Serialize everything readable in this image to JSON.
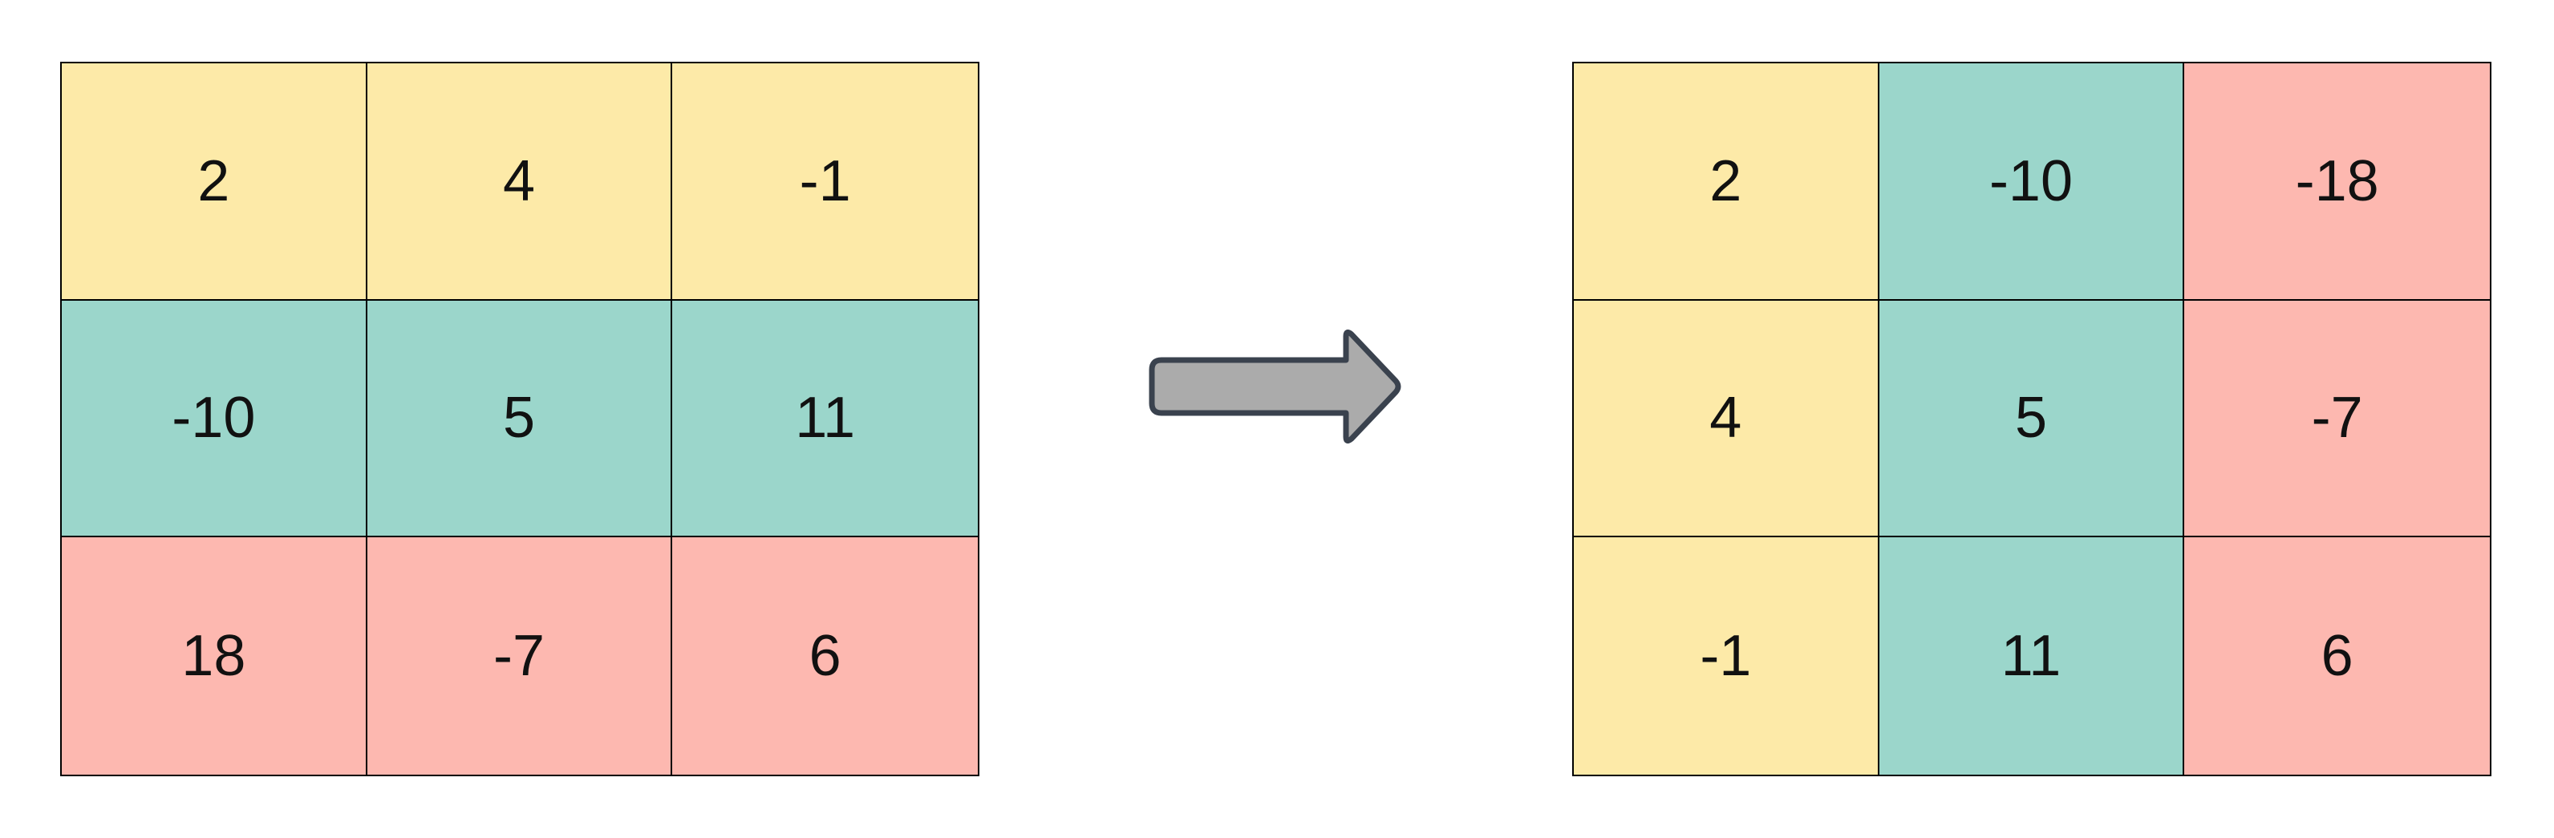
{
  "colors": {
    "yellow": "#FDEAA8",
    "teal": "#9BD6CB",
    "red": "#FDB8B0",
    "arrow_fill": "#ABABAB",
    "arrow_stroke": "#3A424E"
  },
  "left_matrix": {
    "rows": [
      {
        "color": "yellow",
        "values": [
          "2",
          "4",
          "-1"
        ]
      },
      {
        "color": "teal",
        "values": [
          "-10",
          "5",
          "11"
        ]
      },
      {
        "color": "red",
        "values": [
          "18",
          "-7",
          "6"
        ]
      }
    ]
  },
  "arrow": {
    "icon": "right-arrow-icon",
    "direction": "right"
  },
  "right_matrix": {
    "column_colors": [
      "yellow",
      "teal",
      "red"
    ],
    "rows": [
      {
        "values": [
          "2",
          "-10",
          "-18"
        ]
      },
      {
        "values": [
          "4",
          "5",
          "-7"
        ]
      },
      {
        "values": [
          "-1",
          "11",
          "6"
        ]
      }
    ]
  }
}
